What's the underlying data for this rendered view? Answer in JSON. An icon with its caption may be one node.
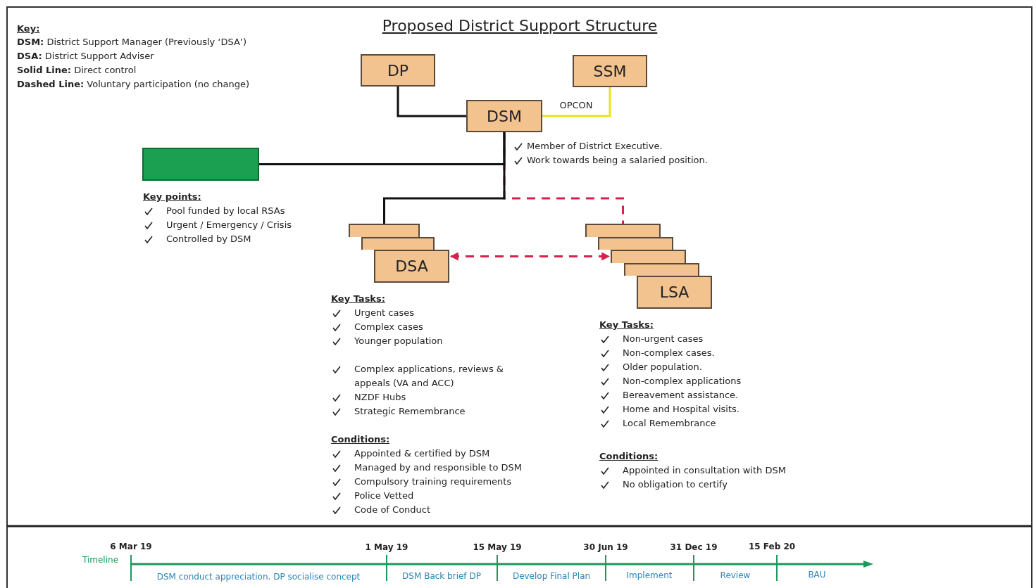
{
  "diagram": {
    "title": "Proposed District Support Structure",
    "nodes": [
      {
        "text": [
          "DP"
        ]
      },
      {
        "text": [
          "SSM"
        ]
      },
      {
        "text": [
          "DSM"
        ],
        "beside": [
          "Member of District Executive.",
          "Work towards being a salaried position."
        ]
      },
      {
        "text": [],
        "shape": "box",
        "beside": [
          "Key points:",
          "Pool funded by local RSAs",
          "Urgent / Emergency / Crisis",
          "Controlled by DSM"
        ]
      },
      {
        "text": [],
        "shape": "box"
      },
      {
        "text": [],
        "shape": "box"
      },
      {
        "text": [
          "DSA"
        ],
        "beside": [
          "Key Tasks:",
          "Urgent cases",
          "Complex cases",
          "Younger population",
          "Complex applications, reviews & appeals (VA and ACC)",
          "NZDF Hubs",
          "Strategic Remembrance",
          "Conditions:",
          "Appointed & certified by DSM",
          "Managed by and responsible to DSM",
          "Compulsory training requirements",
          "Police Vetted",
          "Code of Conduct"
        ]
      },
      {
        "text": [],
        "shape": "box"
      },
      {
        "text": [],
        "shape": "box"
      },
      {
        "text": [],
        "shape": "box"
      },
      {
        "text": [],
        "shape": "box"
      },
      {
        "text": [
          "LSA"
        ],
        "beside": [
          "Key Tasks:",
          "Non-urgent cases",
          "Non-complex cases.",
          "Older population.",
          "Non-complex applications",
          "Bereavement assistance.",
          "Home and Hospital visits.",
          "Local Remembrance",
          "Conditions:",
          "Appointed in consultation with DSM",
          "No obligation to certify"
        ]
      }
    ],
    "edges": [
      {
        "from": 0,
        "to": 2,
        "arrow": "none"
      },
      {
        "from": 1,
        "to": 2,
        "arrow": "none",
        "label": "OPCON",
        "color": "#e6e619"
      },
      {
        "from": 2,
        "to": 3,
        "arrow": "none"
      },
      {
        "from": 2,
        "to": 4,
        "arrow": "none"
      },
      {
        "from": 2,
        "to": 7,
        "arrow": "none",
        "style": "dashed",
        "color": "#d8204a"
      },
      {
        "from": 6,
        "to": 9,
        "arrow": "both",
        "style": "dashed",
        "color": "#d8204a"
      }
    ],
    "labels": [
      "Key:",
      "**DSM:** District Support Manager (Previously ‘DSA’)",
      "**DSA:** District Support Adviser",
      "**Solid Line:** Direct control",
      "**Dashed Line:** Voluntary participation (no change)",
      "Timeline",
      "6 Mar 19",
      "1 May 19",
      "15 May 19",
      "30 Jun 19",
      "31 Dec 19",
      "15 Feb 20",
      "DSM conduct appreciation. DP socialise concept",
      "DSM Back brief DP",
      "Develop Final Plan",
      "Implement",
      "Review",
      "BAU"
    ]
  }
}
